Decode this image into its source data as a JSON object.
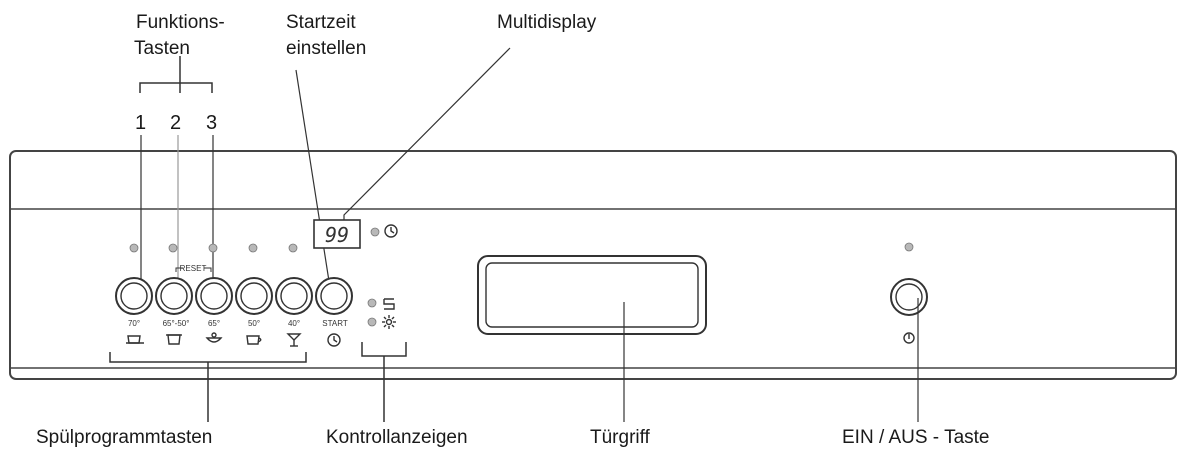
{
  "labels": {
    "funktions_line1": "Funktions-",
    "funktions_line2": "Tasten",
    "startzeit_line1": "Startzeit",
    "startzeit_line2": "einstellen",
    "multidisplay": "Multidisplay",
    "spuelprogrammtasten": "Spülprogrammtasten",
    "kontrollanzeigen": "Kontrollanzeigen",
    "tuergriff": "Türgriff",
    "ein_aus": "EIN / AUS - Taste"
  },
  "function_numbers": [
    "1",
    "2",
    "3"
  ],
  "reset_label": "RESET",
  "display_value": "99",
  "program_buttons": [
    {
      "temp": "70°",
      "icon": "pot-icon"
    },
    {
      "temp": "65°-50°",
      "icon": "pot-icon"
    },
    {
      "temp": "65°",
      "icon": "bowl-icon"
    },
    {
      "temp": "50°",
      "icon": "cup-icon"
    },
    {
      "temp": "40°",
      "icon": "glass-icon"
    },
    {
      "temp": "START",
      "icon": "clock-icon"
    }
  ],
  "icons": {
    "display_indicator": "clock-icon",
    "indicator_1": "salt-icon",
    "indicator_2": "rinse-aid-icon",
    "power": "power-icon"
  },
  "colors": {
    "line": "#333333",
    "panel_stroke": "#444444",
    "led": "#b8b8b8"
  }
}
